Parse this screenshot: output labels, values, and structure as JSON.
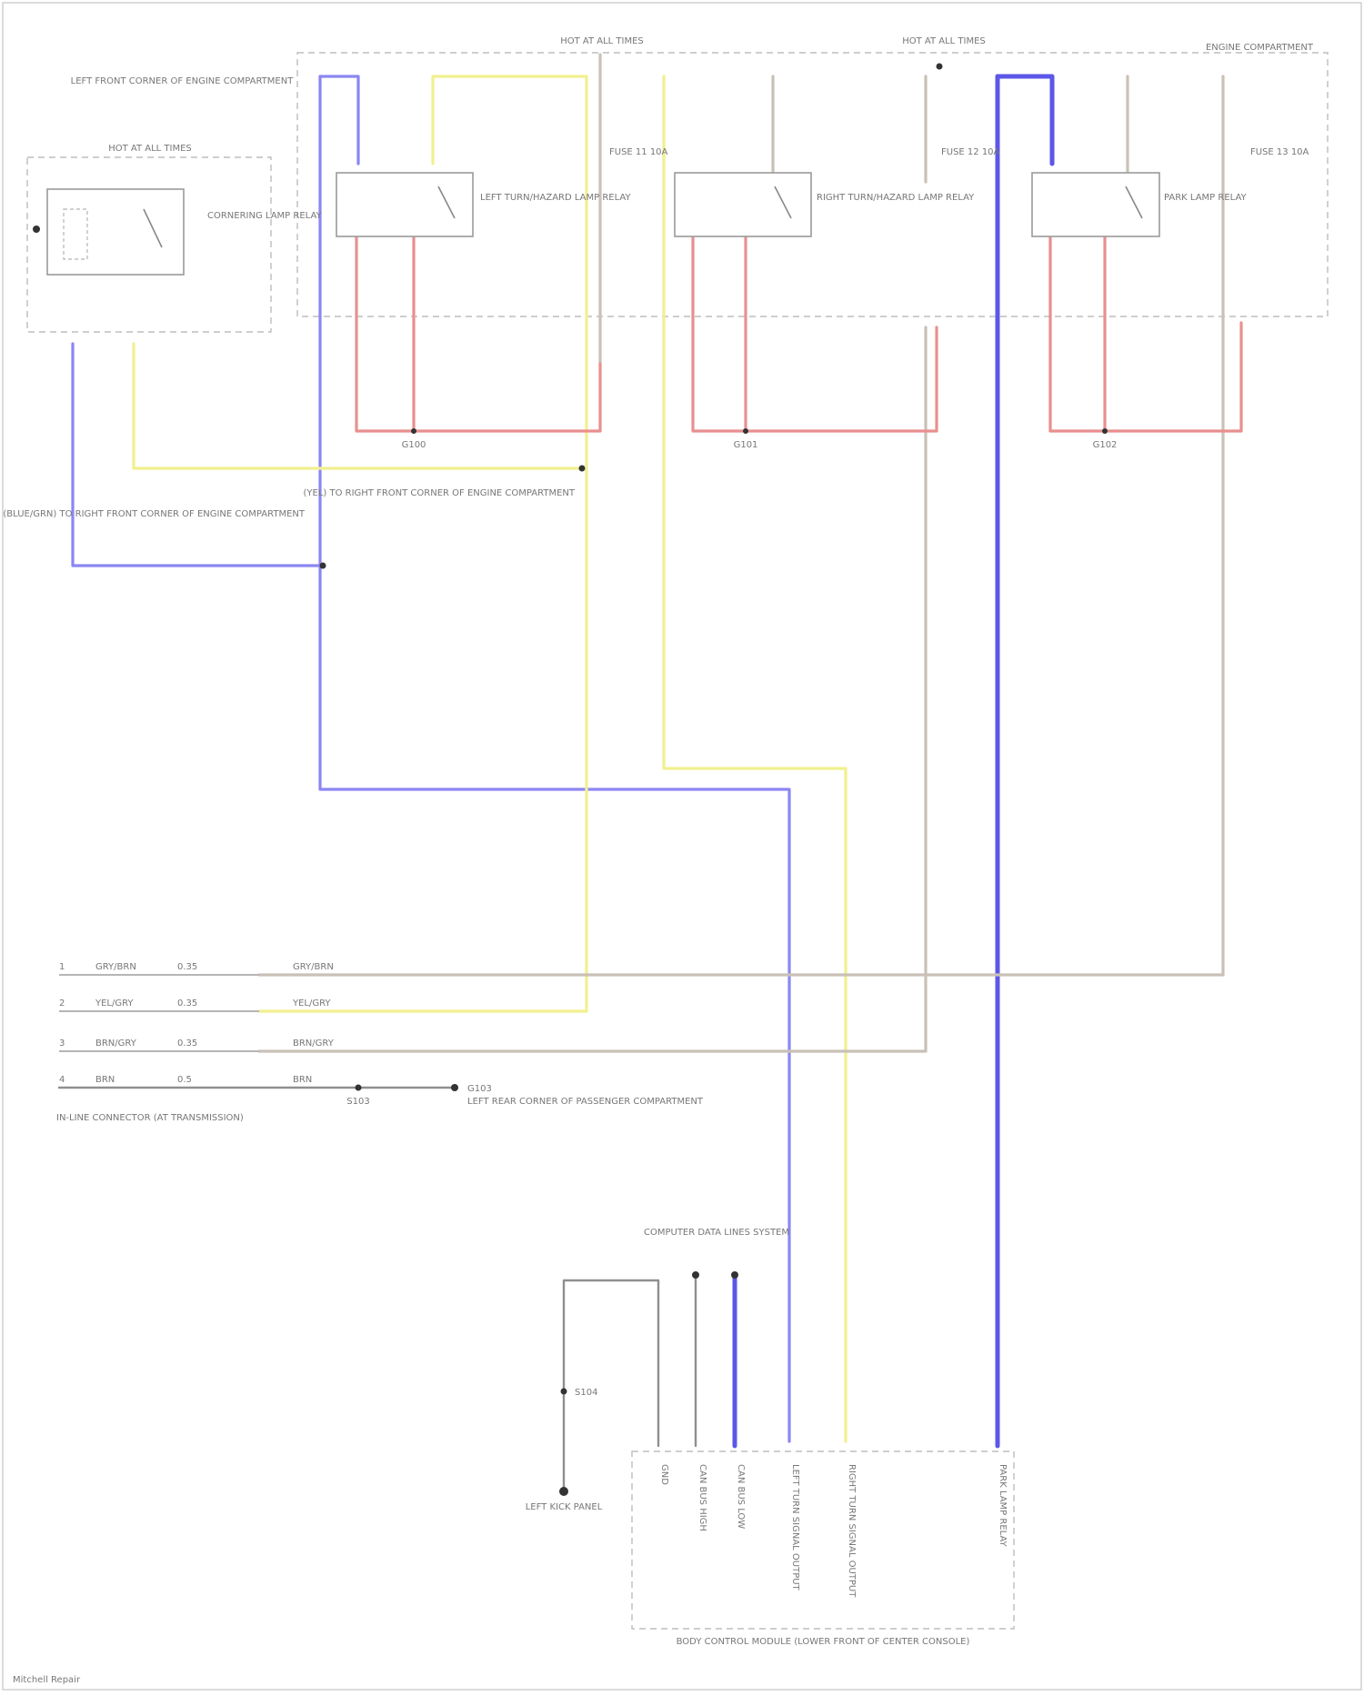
{
  "diagram": {
    "modules": {
      "relay_module_left": "LEFT FRONT CORNER OF ENGINE COMPARTMENT",
      "power_dist_box": "ENGINE COMPARTMENT",
      "bcm": "BODY CONTROL MODULE (LOWER FRONT OF CENTER CONSOLE)"
    },
    "hot_labels": {
      "left_relay": "HOT AT ALL TIMES",
      "top_a": "HOT AT ALL TIMES",
      "top_b": "HOT AT ALL TIMES"
    },
    "relays": {
      "corner": "CORNERING LAMP RELAY",
      "left_turn": "LEFT TURN/HAZARD LAMP RELAY",
      "right_turn": "RIGHT TURN/HAZARD LAMP RELAY",
      "park": "PARK LAMP RELAY"
    },
    "fuses": {
      "f1": "FUSE 11 10A",
      "f2": "FUSE 12 10A",
      "f3": "FUSE 13 10A"
    },
    "grounds": {
      "g1": "G100",
      "g2": "G101",
      "g3": "G102",
      "g4": "G103"
    },
    "splices": {
      "s1": "S103",
      "s2": "S104"
    },
    "notes": {
      "blue_note": "(BLUE/GRN) TO RIGHT FRONT CORNER OF ENGINE COMPARTMENT",
      "yellow_note": "(YEL) TO RIGHT FRONT CORNER OF ENGINE COMPARTMENT"
    },
    "connector": {
      "label": "IN-LINE CONNECTOR (AT TRANSMISSION)",
      "rows": [
        {
          "pin": "1",
          "left": "GRY/BRN",
          "mid": "0.35",
          "right": "GRY/BRN"
        },
        {
          "pin": "2",
          "left": "YEL/GRY",
          "mid": "0.35",
          "right": "YEL/GRY"
        },
        {
          "pin": "3",
          "left": "BRN/GRY",
          "mid": "0.35",
          "right": "BRN/GRY"
        },
        {
          "pin": "4",
          "left": "BRN",
          "mid": "0.5",
          "right": "BRN"
        }
      ]
    },
    "ground_note": "LEFT REAR CORNER OF PASSENGER COMPARTMENT",
    "data_network": "COMPUTER DATA LINES SYSTEM",
    "grounds_lower": {
      "label": "LEFT KICK PANEL"
    },
    "bcm_pins": [
      "GND",
      "CAN BUS HIGH",
      "CAN BUS LOW",
      "LEFT TURN SIGNAL OUTPUT",
      "RIGHT TURN SIGNAL OUTPUT",
      "PARK LAMP RELAY"
    ],
    "copyright": "Mitchell Repair"
  }
}
